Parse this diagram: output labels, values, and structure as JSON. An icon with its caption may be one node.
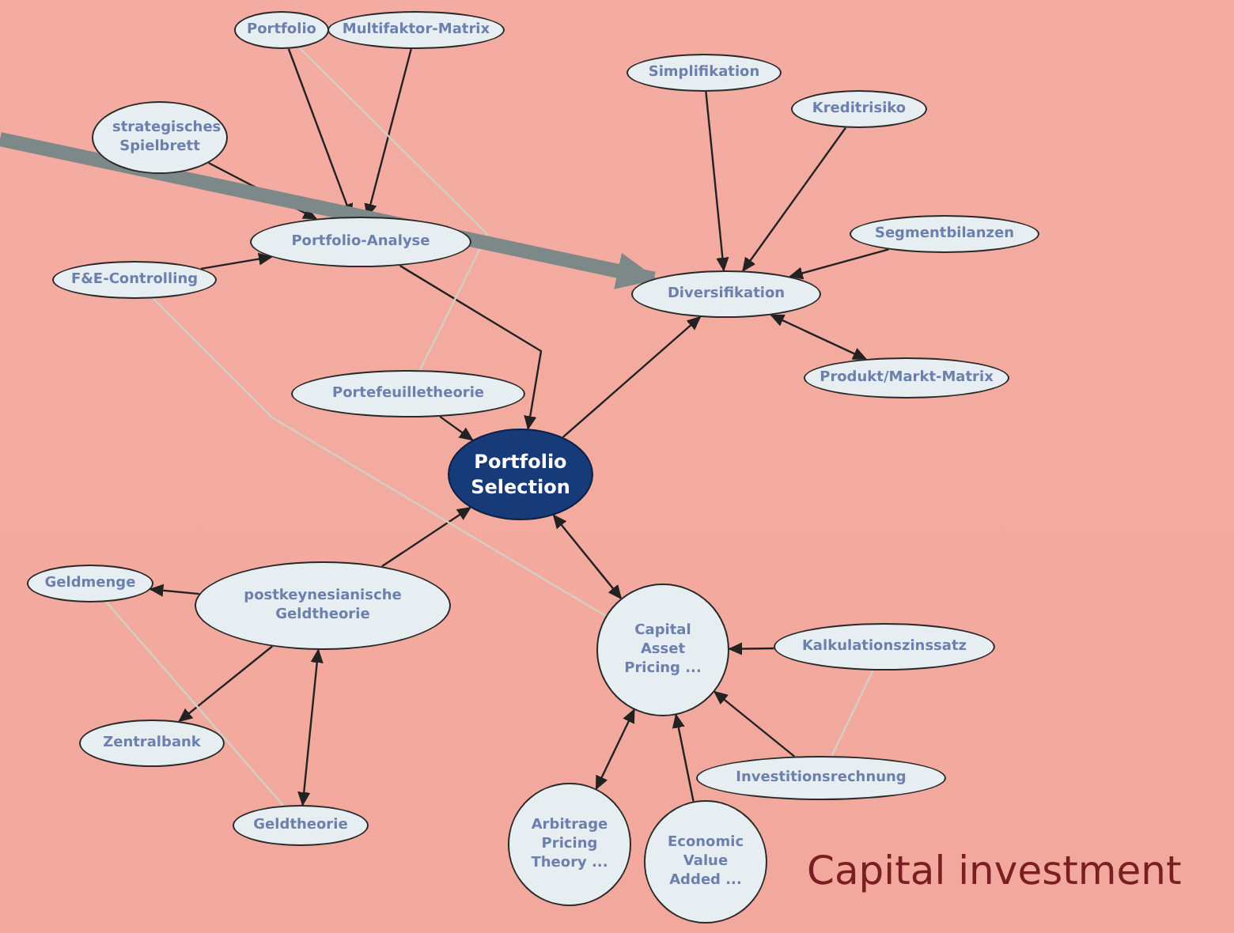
{
  "diagram": {
    "nodes": [
      {
        "text": [
          "Portfolio"
        ]
      },
      {
        "text": [
          "Multifaktor-Matrix"
        ]
      },
      {
        "text": [
          "strategisches Spielbrett"
        ]
      },
      {
        "text": [
          "Portfolio-Analyse"
        ]
      },
      {
        "text": [
          "F&E-Controlling"
        ]
      },
      {
        "text": [
          "Simplifikation"
        ]
      },
      {
        "text": [
          "Kreditrisiko"
        ]
      },
      {
        "text": [
          "Segmentbilanzen"
        ]
      },
      {
        "text": [
          "Diversifikation"
        ]
      },
      {
        "text": [
          "Produkt/Markt-Matrix"
        ]
      },
      {
        "text": [
          "Portefeuilletheorie"
        ]
      },
      {
        "text": [
          "Portfolio Selection"
        ]
      },
      {
        "text": [
          "Geldmenge"
        ]
      },
      {
        "text": [
          "postkeynesianische Geldtheorie"
        ]
      },
      {
        "text": [
          "Capital Asset Pricing ..."
        ]
      },
      {
        "text": [
          "Kalkulationszinssatz"
        ]
      },
      {
        "text": [
          "Zentralbank"
        ]
      },
      {
        "text": [
          "Investitionsrechnung"
        ]
      },
      {
        "text": [
          "Geldtheorie"
        ]
      },
      {
        "text": [
          "Arbitrage Pricing Theory ..."
        ]
      },
      {
        "text": [
          "Economic Value Added ..."
        ]
      }
    ],
    "edges": [
      {
        "from": 0,
        "to": 3,
        "arrow": "to"
      },
      {
        "from": 1,
        "to": 3,
        "arrow": "to"
      },
      {
        "from": 2,
        "to": 3,
        "arrow": "to"
      },
      {
        "from": 4,
        "to": 3,
        "arrow": "to"
      },
      {
        "from": 3,
        "to": 11,
        "arrow": "to"
      },
      {
        "from": 10,
        "to": 11,
        "arrow": "to"
      },
      {
        "from": 5,
        "to": 8,
        "arrow": "to"
      },
      {
        "from": 6,
        "to": 8,
        "arrow": "to"
      },
      {
        "from": 7,
        "to": 8,
        "arrow": "to"
      },
      {
        "from": 8,
        "to": 9,
        "arrow": "both"
      },
      {
        "from": 11,
        "to": 8,
        "arrow": "to"
      },
      {
        "from": 13,
        "to": 11,
        "arrow": "to"
      },
      {
        "from": 13,
        "to": 12,
        "arrow": "to"
      },
      {
        "from": 13,
        "to": 16,
        "arrow": "to"
      },
      {
        "from": 13,
        "to": 18,
        "arrow": "both"
      },
      {
        "from": 11,
        "to": 14,
        "arrow": "both"
      },
      {
        "from": 15,
        "to": 14,
        "arrow": "to"
      },
      {
        "from": 17,
        "to": 14,
        "arrow": "to"
      },
      {
        "from": 19,
        "to": 14,
        "arrow": "both"
      },
      {
        "from": 20,
        "to": 14,
        "arrow": "to"
      },
      {
        "from": 0,
        "to": 10,
        "arrow": "none",
        "color": "#d2d0c4"
      },
      {
        "from": 4,
        "to": 14,
        "arrow": "none",
        "color": "#d2d0c4"
      },
      {
        "from": 12,
        "to": 18,
        "arrow": "none",
        "color": "#d2d0c4"
      },
      {
        "from": 15,
        "to": 17,
        "arrow": "none",
        "color": "#d2d0c4"
      },
      {
        "from": null,
        "to": 8,
        "arrow": "to",
        "style": "thick",
        "color": "#7d8888"
      }
    ],
    "labels": [
      "Capital investment"
    ]
  }
}
